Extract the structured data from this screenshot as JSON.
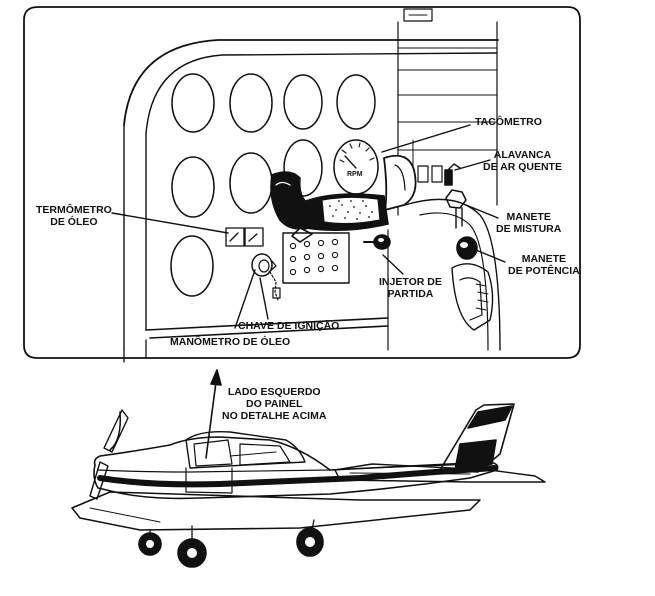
{
  "colors": {
    "ink": "#111111",
    "paper": "#ffffff",
    "shade": "#1a1a1a"
  },
  "labels": {
    "tacometro": [
      "TACÔMETRO"
    ],
    "alavanca": [
      "ALAVANCA",
      "DE AR QUENTE"
    ],
    "termometro": [
      "TERMÔMETRO",
      "DE ÓLEO"
    ],
    "manete_mistura": [
      "MANETE",
      "DE MISTURA"
    ],
    "manete_potencia": [
      "MANETE",
      "DE POTÊNCIA"
    ],
    "injetor": [
      "INJETOR DE",
      "PARTIDA"
    ],
    "chave": [
      "CHAVE DE IGNIÇÃO"
    ],
    "manometro": [
      "MANÔMETRO DE ÓLEO"
    ],
    "lado": [
      "LADO ESQUERDO",
      "DO PAINEL",
      "NO DETALHE ACIMA"
    ]
  },
  "icons": [
    "tachometer-icon",
    "yoke-icon",
    "airplane-icon"
  ]
}
